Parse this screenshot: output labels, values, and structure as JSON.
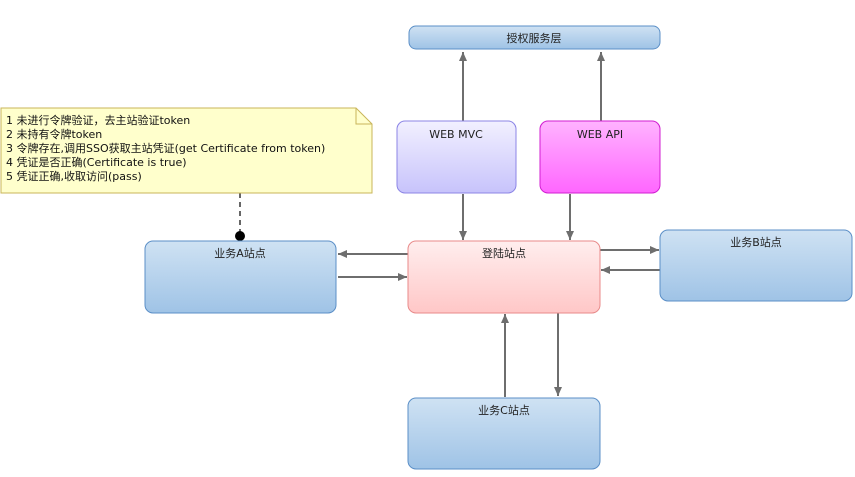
{
  "nodes": {
    "auth_layer": {
      "label": "授权服务层"
    },
    "web_mvc": {
      "label": "WEB MVC"
    },
    "web_api": {
      "label": "WEB API"
    },
    "login_site": {
      "label": "登陆站点"
    },
    "site_a": {
      "label": "业务A站点"
    },
    "site_b": {
      "label": "业务B站点"
    },
    "site_c": {
      "label": "业务C站点"
    }
  },
  "note": {
    "lines": [
      "1 未进行令牌验证，去主站验证token",
      "2 未持有令牌token",
      "3 令牌存在,调用SSO获取主站凭证(get Certificate from token)",
      "4 凭证是否正确(Certificate is true)",
      "5 凭证正确,收取访问(pass)"
    ]
  },
  "colors": {
    "blue_fill_top": "#cfe2f3",
    "blue_fill_bottom": "#9fc3e6",
    "blue_border": "#5b8fc7",
    "lavender_fill_top": "#f2f0ff",
    "lavender_fill_bottom": "#c7c3fb",
    "lavender_border": "#8c85e6",
    "magenta_fill_top": "#ffb3ff",
    "magenta_fill_bottom": "#ff66ff",
    "magenta_border": "#d11fd1",
    "pink_fill_top": "#ffeeee",
    "pink_fill_bottom": "#ffc7c7",
    "pink_border": "#e88a8a",
    "note_fill": "#ffffcc",
    "note_border": "#c9b55a",
    "arrow": "#6e6e6e"
  }
}
